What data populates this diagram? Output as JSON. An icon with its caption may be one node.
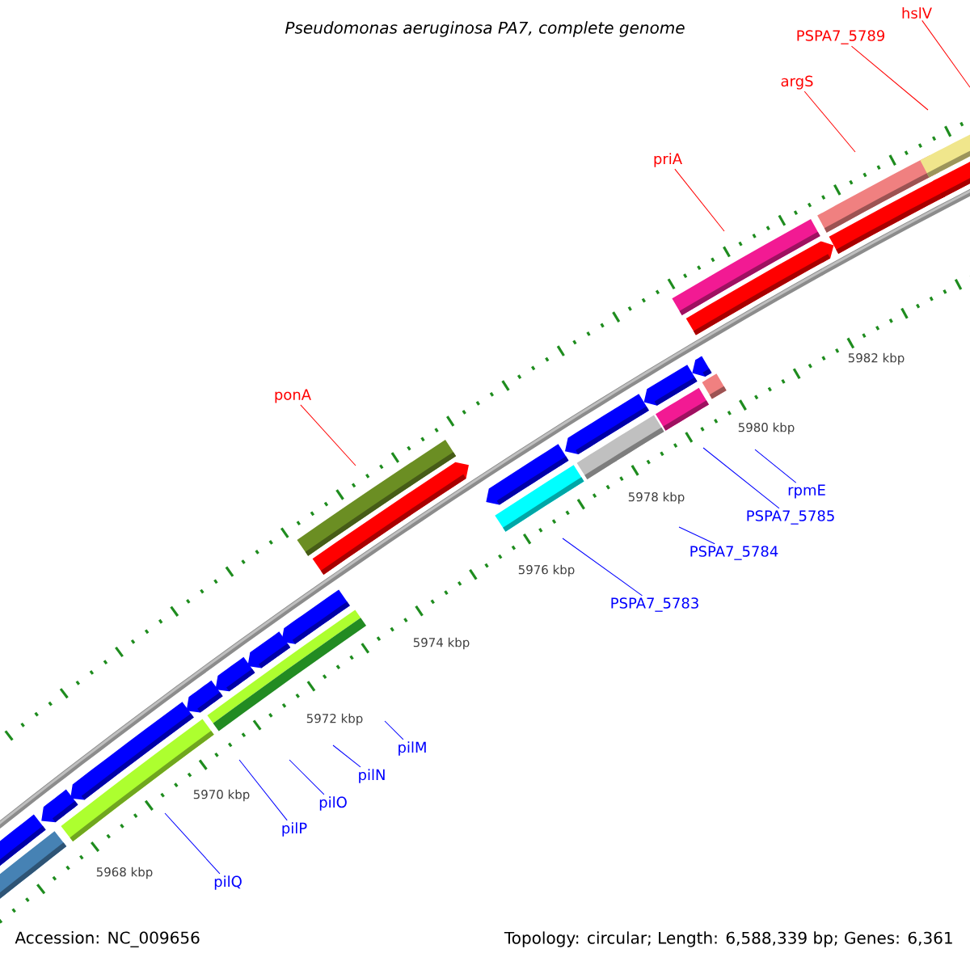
{
  "diagram": {
    "title": "Pseudomonas aeruginosa PA7, complete genome",
    "nodes": [
      {
        "text": [
          "hslV"
        ]
      },
      {
        "text": [
          "PSPA7_5789"
        ]
      },
      {
        "text": [
          "argS"
        ]
      },
      {
        "text": [
          "priA"
        ]
      },
      {
        "text": [
          "ponA"
        ]
      },
      {
        "text": [
          "rpmE"
        ]
      },
      {
        "text": [
          "PSPA7_5785"
        ]
      },
      {
        "text": [
          "PSPA7_5784"
        ]
      },
      {
        "text": [
          "PSPA7_5783"
        ]
      },
      {
        "text": [
          "pilM"
        ]
      },
      {
        "text": [
          "pilN"
        ]
      },
      {
        "text": [
          "pilO"
        ]
      },
      {
        "text": [
          "pilP"
        ]
      },
      {
        "text": [
          "pilQ"
        ]
      }
    ],
    "edges": [
      {
        "from": 0,
        "to": null,
        "arrow": "none",
        "color": "#ff0000"
      },
      {
        "from": 1,
        "to": null,
        "arrow": "none",
        "color": "#ff0000"
      },
      {
        "from": 2,
        "to": null,
        "arrow": "none",
        "color": "#ff0000"
      },
      {
        "from": 3,
        "to": null,
        "arrow": "none",
        "color": "#ff0000"
      },
      {
        "from": 4,
        "to": null,
        "arrow": "none",
        "color": "#ff0000"
      },
      {
        "from": 5,
        "to": null,
        "arrow": "none"
      },
      {
        "from": 6,
        "to": null,
        "arrow": "none"
      },
      {
        "from": 7,
        "to": null,
        "arrow": "none"
      },
      {
        "from": 8,
        "to": null,
        "arrow": "none"
      },
      {
        "from": 9,
        "to": null,
        "arrow": "none"
      },
      {
        "from": 10,
        "to": null,
        "arrow": "none"
      },
      {
        "from": 11,
        "to": null,
        "arrow": "none"
      },
      {
        "from": 12,
        "to": null,
        "arrow": "none"
      },
      {
        "from": 13,
        "to": null,
        "arrow": "none"
      }
    ],
    "labels": [
      "5982 kbp",
      "5980 kbp",
      "5978 kbp",
      "5976 kbp",
      "5974 kbp",
      "5972 kbp",
      "5970 kbp",
      "5968 kbp",
      "Accession: NC_009656",
      "Topology: circular; Length: 6,588,339 bp; Genes: 6,361"
    ]
  }
}
